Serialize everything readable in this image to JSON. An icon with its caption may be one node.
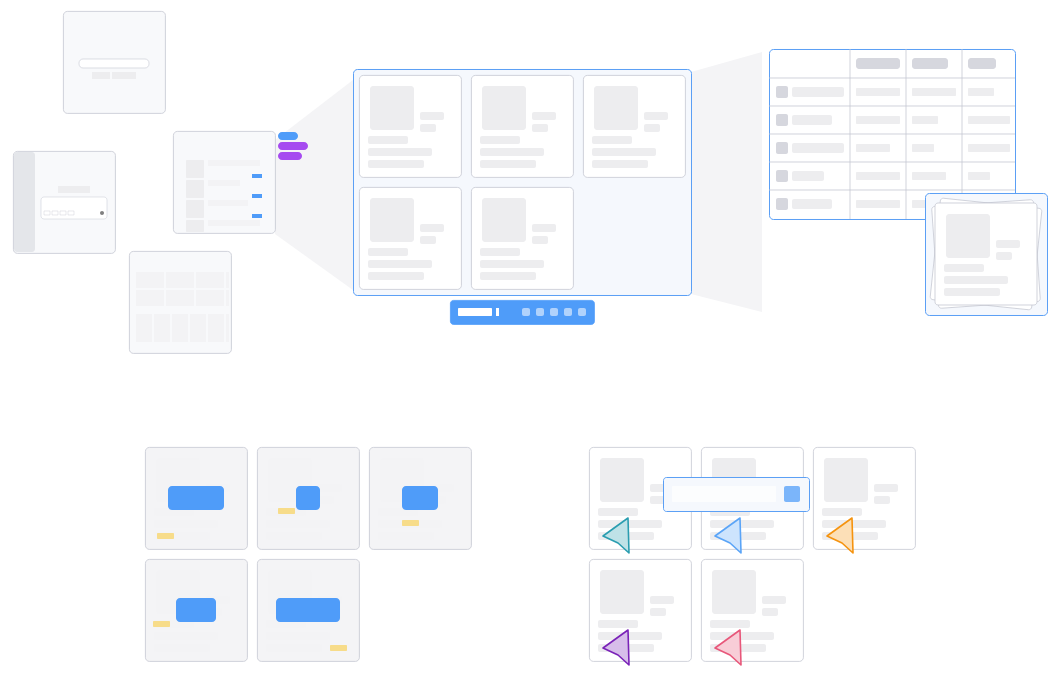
{
  "diagram": {
    "nodes": [
      {
        "text": [],
        "shape": "box"
      },
      {
        "text": [],
        "shape": "box"
      },
      {
        "text": [],
        "shape": "box"
      },
      {
        "text": [],
        "shape": "box"
      },
      {
        "text": [],
        "shape": "box"
      },
      {
        "text": [],
        "shape": "box",
        "in": 4
      },
      {
        "text": [],
        "shape": "box",
        "in": 4
      },
      {
        "text": [],
        "shape": "box",
        "in": 4
      },
      {
        "text": [],
        "shape": "box",
        "in": 4
      },
      {
        "text": [],
        "shape": "box",
        "in": 4
      },
      {
        "text": [],
        "shape": "bar"
      },
      {
        "text": [],
        "shape": "box"
      },
      {
        "text": [],
        "shape": "box"
      },
      {
        "text": [],
        "shape": "box"
      },
      {
        "text": [],
        "shape": "box"
      },
      {
        "text": [],
        "shape": "box"
      },
      {
        "text": [],
        "shape": "box"
      },
      {
        "text": [],
        "shape": "box"
      },
      {
        "text": [],
        "shape": "box"
      },
      {
        "text": [],
        "shape": "box"
      },
      {
        "text": [],
        "shape": "box"
      },
      {
        "text": [],
        "shape": "box"
      },
      {
        "text": [],
        "shape": "box"
      },
      {
        "text": [],
        "shape": "bar"
      }
    ]
  }
}
